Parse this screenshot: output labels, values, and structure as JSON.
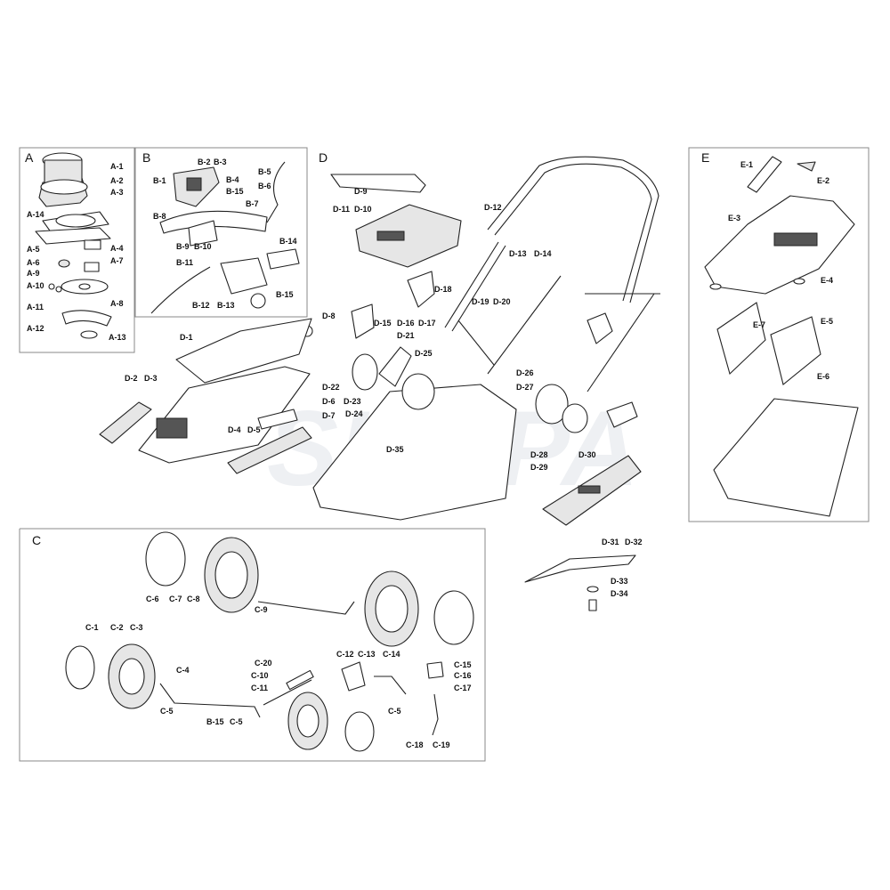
{
  "watermark": "SHOPA",
  "sections": [
    {
      "id": "A",
      "title": "A"
    },
    {
      "id": "B",
      "title": "B"
    },
    {
      "id": "C",
      "title": "C"
    },
    {
      "id": "D",
      "title": "D"
    },
    {
      "id": "E",
      "title": "E"
    }
  ],
  "labels": [
    "A-1",
    "A-2",
    "A-3",
    "A-14",
    "A-4",
    "A-5",
    "A-6",
    "A-7",
    "A-9",
    "A-10",
    "A-11",
    "A-8",
    "A-12",
    "A-13",
    "B-1",
    "B-2",
    "B-3",
    "B-4",
    "B-15",
    "B-5",
    "B-6",
    "B-7",
    "B-8",
    "B-9",
    "B-10",
    "B-11",
    "B-14",
    "B-15",
    "B-12",
    "B-13",
    "D-9",
    "D-11",
    "D-10",
    "D-12",
    "D-13",
    "D-14",
    "D-18",
    "D-19",
    "D-20",
    "D-8",
    "D-15",
    "D-16",
    "D-17",
    "D-21",
    "D-1",
    "D-25",
    "D-2",
    "D-3",
    "D-22",
    "D-6",
    "D-23",
    "D-24",
    "D-7",
    "D-4",
    "D-5",
    "D-26",
    "D-27",
    "D-35",
    "D-28",
    "D-29",
    "D-30",
    "D-31",
    "D-32",
    "D-33",
    "D-34",
    "E-1",
    "E-2",
    "E-3",
    "E-4",
    "E-7",
    "E-5",
    "E-6",
    "C-6",
    "C-7",
    "C-8",
    "C-9",
    "C-1",
    "C-2",
    "C-3",
    "C-20",
    "C-10",
    "C-11",
    "C-4",
    "C-5",
    "B-15",
    "C-5",
    "C-12",
    "C-13",
    "C-14",
    "C-15",
    "C-16",
    "C-17",
    "C-5",
    "C-18",
    "C-19"
  ]
}
